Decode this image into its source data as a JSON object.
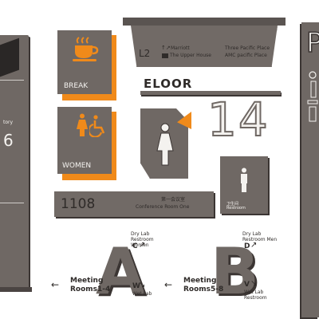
{
  "colors": {
    "panel": "#6f6864",
    "panel_dark": "#3b3533",
    "orange": "#f08a1a",
    "white": "#f4f2ef",
    "text_dark": "#2f2b29"
  },
  "left_kiosk": {
    "fragment_1": "tory",
    "fragment_2": "6"
  },
  "break_sign": {
    "label": "BREAK",
    "icon": "coffee-cup-icon"
  },
  "women_sign": {
    "label": "WOMEN",
    "icons": [
      "woman-icon",
      "wheelchair-icon"
    ]
  },
  "overhead_sign": {
    "level": "L2",
    "left_line1": "Marriott",
    "left_line2": "The Upper House",
    "right_line1": "Three Pacific Place",
    "right_line2": "AMC pacific Place"
  },
  "floor_sign": {
    "label": "ELOOR",
    "number": "14"
  },
  "room_sign": {
    "number": "1108",
    "chinese": "第一会议室",
    "english": "Conference Room One"
  },
  "restroom_small_sign": {
    "chinese": "卫生间",
    "english": "Restroom"
  },
  "wayfinding_a": {
    "letter": "A",
    "top_line1": "Dry Lab",
    "top_line2": "Restroom Women",
    "top_letter": "C",
    "bottom_letter": "W",
    "bottom_line": "Wet Lab",
    "meeting_1": "Meeting",
    "meeting_2": "Rooms1-4"
  },
  "wayfinding_b": {
    "letter": "B",
    "top_line1": "Dry Lab",
    "top_line2": "Restroom Men",
    "top_letter": "D",
    "bottom_letter": "V",
    "bottom_line1": "Wet Lab",
    "bottom_line2": "Restroom",
    "meeting_1": "Meeting",
    "meeting_2": "Rooms5-8"
  },
  "right_pylon": {
    "letter": "P"
  }
}
